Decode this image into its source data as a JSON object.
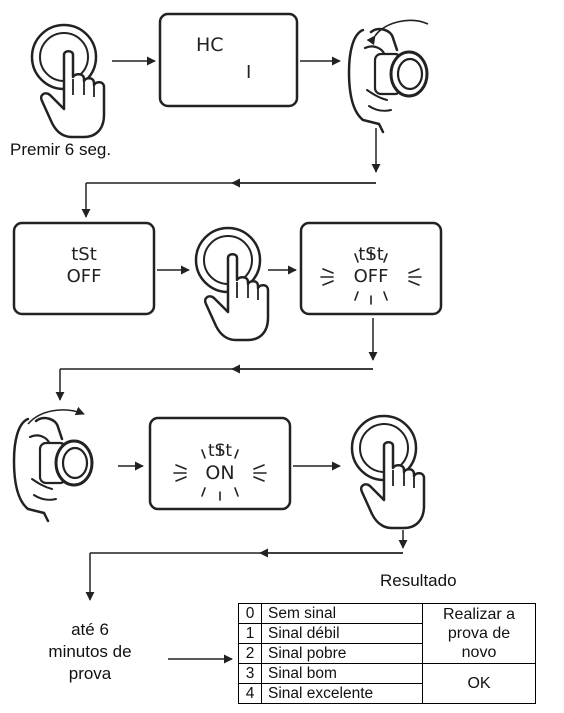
{
  "step1_caption": "Premir 6 seg.",
  "display_hc": {
    "line1": "HC",
    "line2": "I"
  },
  "display_tst_off": {
    "line1": "tSt",
    "line2": "OFF"
  },
  "display_tst_off_blink": {
    "line1": "tSt",
    "line2": "OFF"
  },
  "display_tst_on_blink": {
    "line1": "tSt",
    "line2": "ON"
  },
  "wait_caption": {
    "line1": "até 6",
    "line2": "minutos de",
    "line3": "prova"
  },
  "result_title": "Resultado",
  "result_table": {
    "rows": [
      {
        "num": "0",
        "label": "Sem sinal"
      },
      {
        "num": "1",
        "label": "Sinal débil"
      },
      {
        "num": "2",
        "label": "Sinal pobre"
      },
      {
        "num": "3",
        "label": "Sinal bom"
      },
      {
        "num": "4",
        "label": "Sinal excelente"
      }
    ],
    "action_retry": {
      "line1": "Realizar a",
      "line2": "prova de",
      "line3": "novo"
    },
    "action_ok": "OK"
  },
  "icons": [
    "button-press-icon",
    "knob-turn-counterclockwise-icon",
    "knob-turn-clockwise-icon",
    "arrow-icon"
  ]
}
